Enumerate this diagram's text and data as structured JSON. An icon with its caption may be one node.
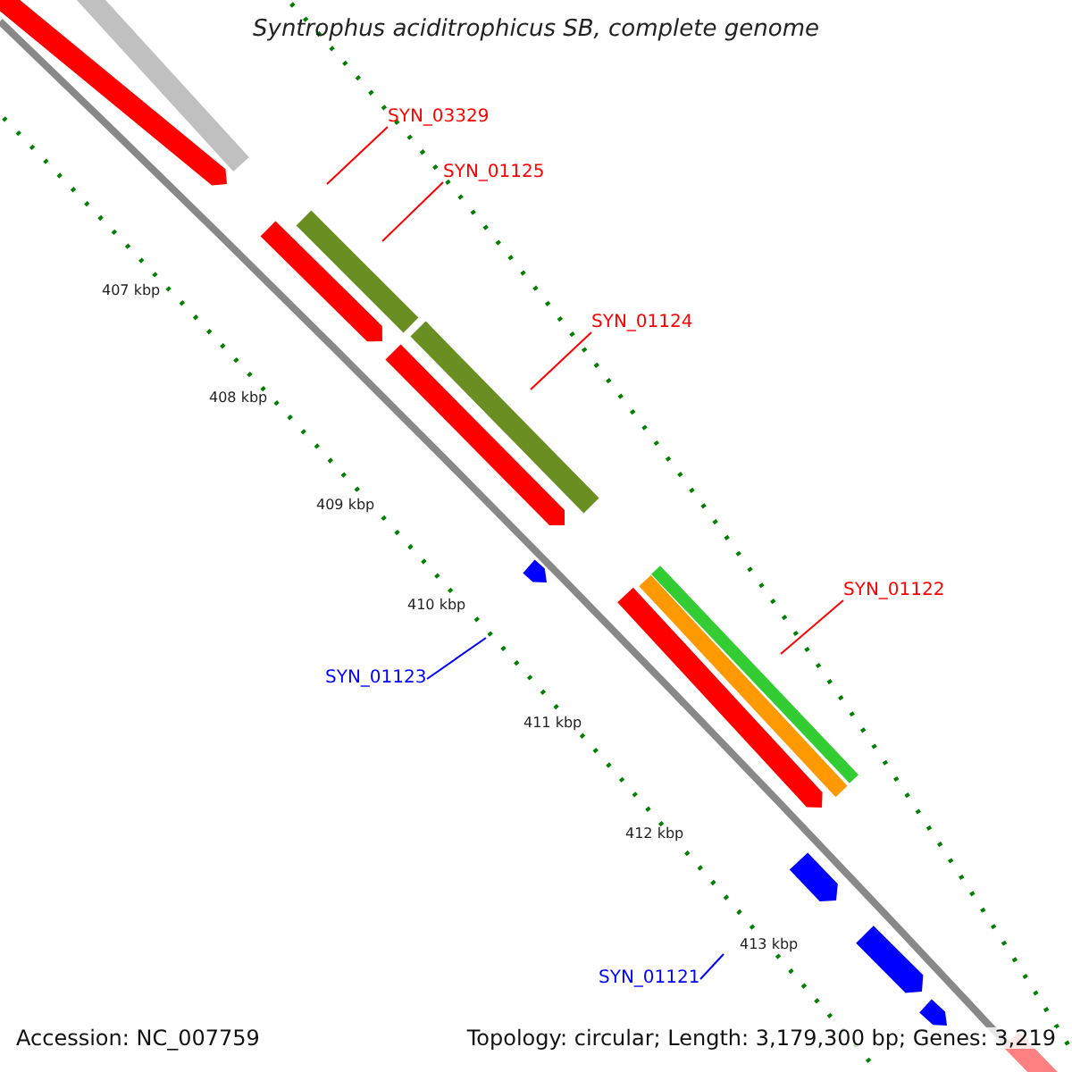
{
  "diagram": {
    "title": "Syntrophus aciditrophicus SB, complete genome",
    "nodes": [
      {
        "text": [
          "SYN_03329"
        ]
      },
      {
        "text": [
          "SYN_01125"
        ]
      },
      {
        "text": [
          "SYN_01124"
        ]
      },
      {
        "text": [
          "SYN_01122"
        ]
      },
      {
        "text": [
          "SYN_01123"
        ]
      },
      {
        "text": [
          "SYN_01121"
        ]
      }
    ],
    "edges": [
      {
        "from": 0,
        "to": null,
        "arrow": "none"
      },
      {
        "from": 1,
        "to": null,
        "arrow": "none"
      },
      {
        "from": 2,
        "to": null,
        "arrow": "none"
      },
      {
        "from": 3,
        "to": null,
        "arrow": "none"
      },
      {
        "from": 4,
        "to": null,
        "arrow": "none",
        "color": "#0000ff"
      },
      {
        "from": 5,
        "to": null,
        "arrow": "none",
        "color": "#0000ff"
      }
    ],
    "labels": [
      "407 kbp",
      "408 kbp",
      "409 kbp",
      "410 kbp",
      "411 kbp",
      "412 kbp",
      "413 kbp",
      "Accession: NC_007759",
      "Topology: circular; Length: 3,179,300 bp; Genes: 3,219"
    ]
  }
}
